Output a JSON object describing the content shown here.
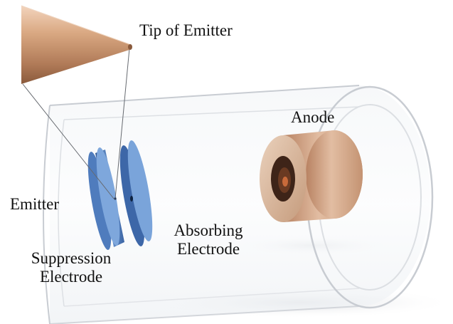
{
  "labels": {
    "tip": "Tip of Emitter",
    "anode": "Anode",
    "emitter": "Emitter",
    "absorbing_line1": "Absorbing",
    "absorbing_line2": "Electrode",
    "suppression_line1": "Suppression",
    "suppression_line2": "Electrode"
  },
  "colors": {
    "copper": "#c99a78",
    "copper_dark": "#8a5a3c",
    "electrode_blue": "#5b86c4",
    "electrode_blue_dark": "#2f5590",
    "tube_edge": "#c8ccd2",
    "text": "#111111"
  }
}
